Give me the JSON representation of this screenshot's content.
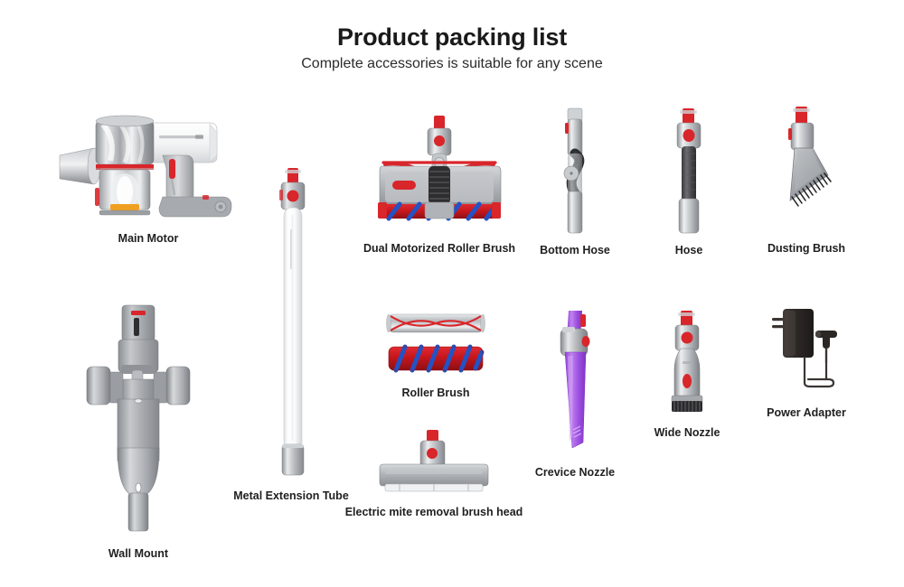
{
  "header": {
    "title": "Product packing list",
    "subtitle": "Complete accessories is suitable for any scene"
  },
  "colors": {
    "background": "#ffffff",
    "title_text": "#1a1a1a",
    "label_text": "#1f1f1f",
    "accent_red": "#d8262b",
    "metal_light": "#e4e6e8",
    "metal_mid": "#b9bcc0",
    "metal_dark": "#82868b",
    "body_gray": "#9a9da1",
    "dark_rubber": "#3a3a3c",
    "roller_red": "#c4161c",
    "roller_blue": "#2452c4",
    "crevice_purple": "#a855e8",
    "adapter_black": "#2b2725",
    "orange_latch": "#f0a020"
  },
  "items": [
    {
      "id": "main-motor",
      "label": "Main Motor",
      "icon": "handheld-vacuum-body-icon"
    },
    {
      "id": "metal-extension-tube",
      "label": "Metal Extension Tube",
      "icon": "extension-tube-icon"
    },
    {
      "id": "dual-motorized-roller",
      "label": "Dual Motorized Roller Brush",
      "icon": "motorized-roller-head-icon"
    },
    {
      "id": "bottom-hose",
      "label": "Bottom Hose",
      "icon": "bottom-hose-icon"
    },
    {
      "id": "hose",
      "label": "Hose",
      "icon": "hose-icon"
    },
    {
      "id": "dusting-brush",
      "label": "Dusting Brush",
      "icon": "dusting-brush-icon"
    },
    {
      "id": "wall-mount",
      "label": "Wall Mount",
      "icon": "wall-mount-icon"
    },
    {
      "id": "roller-brush",
      "label": "Roller Brush",
      "icon": "roller-brush-pair-icon"
    },
    {
      "id": "electric-mite-brush-head",
      "label": "Electric mite removal brush head",
      "icon": "mite-brush-head-icon"
    },
    {
      "id": "crevice-nozzle",
      "label": "Crevice Nozzle",
      "icon": "crevice-nozzle-icon"
    },
    {
      "id": "wide-nozzle",
      "label": "Wide Nozzle",
      "icon": "wide-nozzle-icon"
    },
    {
      "id": "power-adapter",
      "label": "Power Adapter",
      "icon": "power-adapter-icon"
    }
  ]
}
